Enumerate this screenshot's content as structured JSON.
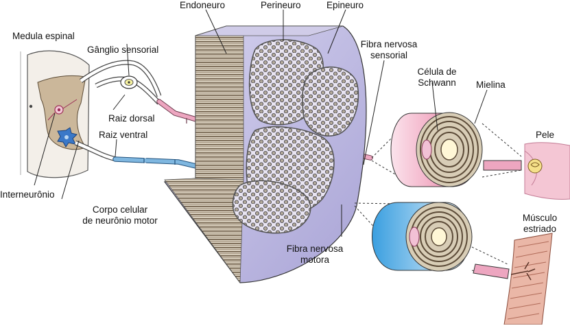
{
  "labels": {
    "spinal_cord": "Medula espinal",
    "sensory_ganglion": "Gânglio sensorial",
    "dorsal_root": "Raiz dorsal",
    "ventral_root": "Raiz ventral",
    "interneuron": "Interneurônio",
    "motor_cell_body_1": "Corpo celular",
    "motor_cell_body_2": "de neurônio motor",
    "endoneurium": "Endoneuro",
    "perineurium": "Perineuro",
    "epineurium": "Epineuro",
    "sensory_fiber_1": "Fibra nervosa",
    "sensory_fiber_2": "sensorial",
    "schwann_1": "Célula de",
    "schwann_2": "Schwann",
    "myelin": "Mielina",
    "skin": "Pele",
    "motor_fiber_1": "Fibra nervosa",
    "motor_fiber_2": "motora",
    "muscle_1": "Músculo",
    "muscle_2": "estriado"
  },
  "colors": {
    "spinal_gray": "#cbb79a",
    "epineurium": "#c4c1e6",
    "perineurium": "#e8e4f1",
    "axon_fill": "#bdb4a4",
    "sensory_fiber": "#eda6c0",
    "motor_fiber": "#7fb7e0",
    "myelin_layer": "#5b4a37",
    "muscle": "#eab7a7",
    "skin": "#f4c6d4"
  }
}
